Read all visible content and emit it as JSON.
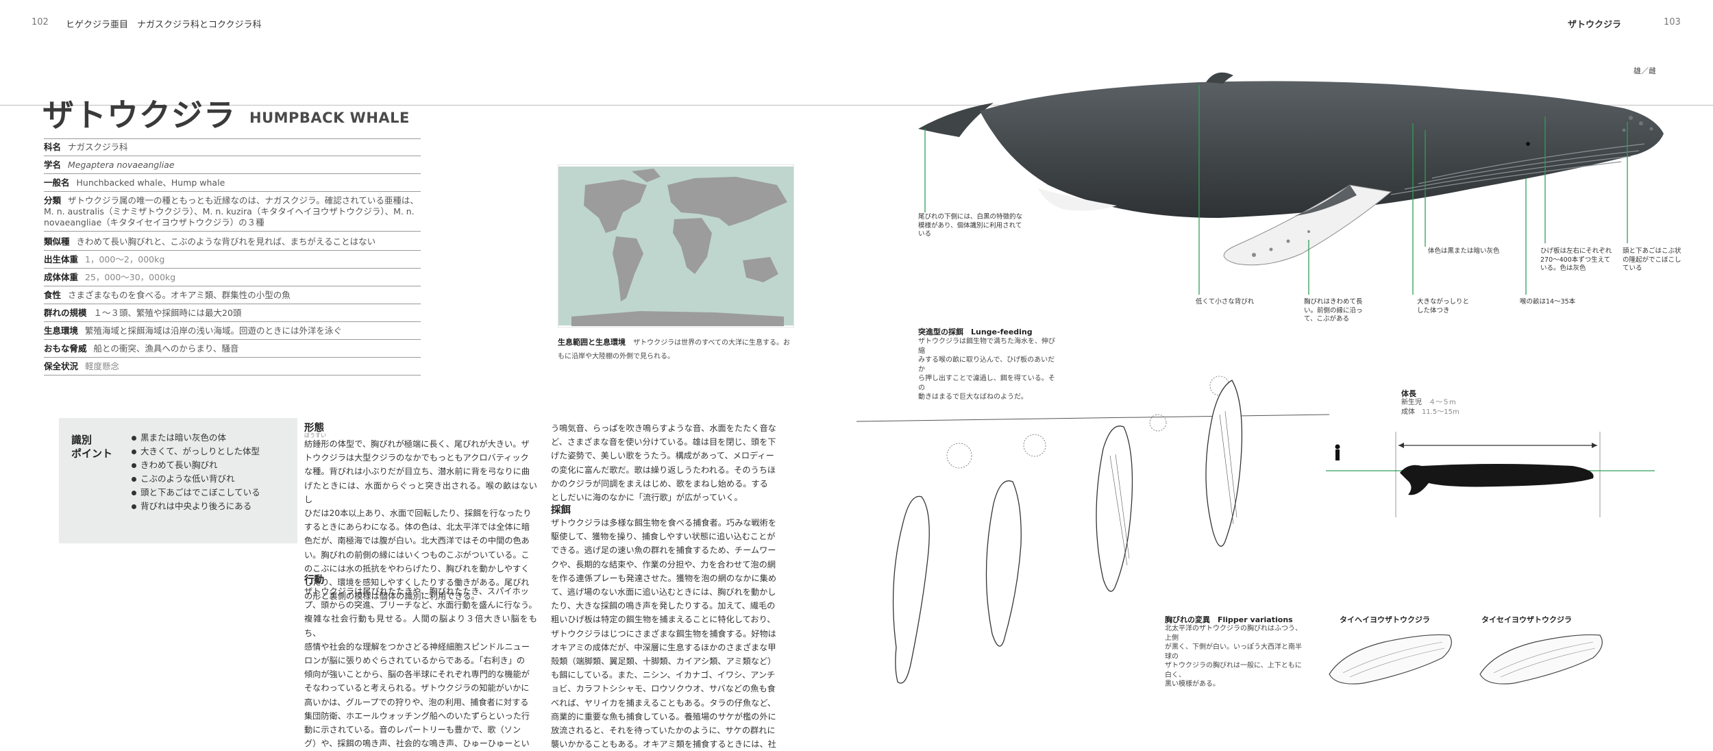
{
  "header": {
    "left_page": "102",
    "left_running": "ヒゲクジラ亜目　ナガスクジラ科とコククジラ科",
    "right_running": "ザトウクジラ",
    "right_page": "103",
    "sex_mark": "雄／雌"
  },
  "title": {
    "jp": "ザトウクジラ",
    "en": "HUMPBACK WHALE"
  },
  "profile": [
    {
      "label": "科名",
      "value": "ナガスクジラ科"
    },
    {
      "label": "学名",
      "value": "Megaptera novaeangliae"
    },
    {
      "label": "一般名",
      "value": "Hunchbacked whale、Hump whale"
    },
    {
      "label": "分類",
      "value": "ザトウクジラ属の唯一の種ともっとも近縁なのは、ナガスクジラ。確認されている亜種は、",
      "value2": "M. n. australis（ミナミザトウクジラ）、M. n. kuzira（キタタイヘイヨウザトウクジラ）、M. n.",
      "value3": "novaeangliae（キタタイセイヨウザトウクジラ）の３種"
    },
    {
      "label": "類似種",
      "value": "きわめて長い胸びれと、こぶのような背びれを見れば、まちがえることはない"
    },
    {
      "label": "出生体重",
      "value": "1，000〜2，000kg"
    },
    {
      "label": "成体体重",
      "value": "25，000〜30，000kg"
    },
    {
      "label": "食性",
      "value": "さまざまなものを食べる。オキアミ類、群集性の小型の魚"
    },
    {
      "label": "群れの規模",
      "value": "１〜３頭、繁殖や採餌時には最大20頭"
    },
    {
      "label": "生息環境",
      "value": "繁殖海域と採餌海域は沿岸の浅い海域。回遊のときには外洋を泳ぐ"
    },
    {
      "label": "おもな脅威",
      "value": "船との衝突、漁具へのからまり、騒音"
    },
    {
      "label": "保全状況",
      "value": "軽度懸念"
    }
  ],
  "map": {
    "caption_title": "生息範囲と生息環境",
    "caption_text": "ザトウクジラは世界のすべての大洋に生息する。おもに沿岸や大陸棚の外側で見られる。"
  },
  "id_points": {
    "title_line1": "識別",
    "title_line2": "ポイント",
    "items": [
      "黒または暗い灰色の体",
      "大きくて、がっしりとした体型",
      "きわめて長い胸びれ",
      "こぶのような低い背びれ",
      "頭と下あごはでこぼこしている",
      "背びれは中央より後ろにある"
    ]
  },
  "body": {
    "form_head": "形態",
    "form_ruby": "ぼうすい",
    "form_lines": [
      "紡錘形の体型で、胸びれが極端に長く、尾びれが大きい。ザ",
      "トウクジラは大型クジラのなかでもっともアクロバティック",
      "な種。背びれは小ぶりだが目立ち、潜水前に背を弓なりに曲",
      "げたときには、水面からぐっと突き出される。喉の畝はないし",
      "ひだは20本以上あり、水面で回転したり、採餌を行なったり",
      "するときにあらわになる。体の色は、北太平洋では全体に暗",
      "色だが、南極海では腹が白い。北大西洋ではその中間の色あ",
      "い。胸びれの前側の縁にはいくつものこぶがついている。こ",
      "のこぶには水の抵抗をやわらげたり、胸びれを動かしやすく",
      "したり、環境を感知しやすくしたりする働きがある。尾びれ",
      "の形と裏側の模様は個体の識別に利用できる。"
    ],
    "behavior_head": "行動",
    "behavior_lines": [
      "ザトウクジラは尾びれたたきや、胸びれたたき、スパイホッ",
      "プ、頭からの突進、ブリーチなど、水面行動を盛んに行なう。",
      "複雑な社会行動も見せる。人間の脳より３倍大きい脳をもち、",
      "感情や社会的な理解をつかさどる神経細胞スピンドルニュー",
      "ロンが脳に張りめぐらされているからである。「右利き」の",
      "傾向が強いことから、脳の各半球にそれぞれ専門的な機能が",
      "そなわっていると考えられる。ザトウクジラの知能がいかに",
      "高いかは、グループでの狩りや、泡の利用、捕食者に対する",
      "集団防衛、ホエールウォッチング船へのいたずらといった行",
      "動に示されている。音のレパートリーも豊かで、歌（ソン",
      "グ）や、採餌の鳴き声、社会的な鳴き声、ひゅーひゅーとい"
    ],
    "col2_lines": [
      "う鳴気音、らっぱを吹き鳴らすような音、水面をたたく音な",
      "ど、さまざまな音を使い分けている。雄は目を閉じ、頭を下",
      "げた姿勢で、美しい歌をうたう。構成があって、メロディー",
      "の変化に富んだ歌だ。歌は繰り返しうたわれる。そのうちほ",
      "かのクジラが同調をまえはじめ、歌をまねし始める。する",
      "としだいに海のなかに「流行歌」が広がっていく。"
    ],
    "feeding_head": "採餌",
    "feeding_lines": [
      "ザトウクジラは多様な餌生物を食べる捕食者。巧みな戦術を",
      "駆使して、獲物を操り、捕食しやすい状態に追い込むことが",
      "できる。逃げ足の速い魚の群れを捕食するため、チームワー",
      "クや、長期的な結束や、作業の分担や、力を合わせて泡の網",
      "を作る連係プレーも発達させた。獲物を泡の網のなかに集め",
      "て、逃げ場のない水面に追い込むときには、胸びれを動かし",
      "たり、大きな採餌の鳴き声を発したりする。加えて、繊毛の",
      "粗いひげ板は特定の餌生物を捕まえることに特化しており、",
      "ザトウクジラはじつにさまざまな餌生物を捕食する。好物は",
      "オキアミの成体だが、中深層に生息するほかのさまざまな甲",
      "殻類（端脚類、翼足類、十脚類、カイアシ類、アミ類など）",
      "も餌にしている。また、ニシン、イカナゴ、イワシ、アンチ",
      "ョビ、カラフトシシャモ、ロウソクウオ、サバなどの魚も食",
      "べれば、ヤリイカを捕まえることもある。タラの仔魚など、",
      "商業的に重要な魚も捕食している。養殖場のサケが檻の外に",
      "放流されると、それを待っていたかのように、サケの群れに",
      "襲いかかることもある。オキアミ類を捕食するときには、社"
    ]
  },
  "whale_annotations": {
    "tail": "尾びれの下側には、白黒の特徴的な模様があり、個体識別に利用されている",
    "dorsal": "低くて小さな背びれ",
    "flipper": "胸びれはきわめて長い。前側の縁に沿って、こぶがある",
    "body": "大きながっしりとした体つき",
    "throat": "喉の畝は14〜35本",
    "color": "体色は黒または暗い灰色",
    "baleen": "ひげ板は左右にそれぞれ270〜400本ずつ生えている。色は灰色",
    "head": "頭と下あごはこぶ状の隆起がでこぼこしている"
  },
  "lunge": {
    "title": "突進型の採餌　Lunge-feeding",
    "text_lines": [
      "ザトウクジラは餌生物で満ちた海水を、伸び縮",
      "みする喉の畝に取り込んで、ひげ板のあいだか",
      "ら押し出すことで濾過し、餌を得ている。その",
      "動きはまるで巨大なばねのようだ。"
    ]
  },
  "size": {
    "title": "体長",
    "newborn_label": "新生児",
    "newborn_value": "４〜５m",
    "adult_label": "成体",
    "adult_value": "11.5〜15m"
  },
  "flippers": {
    "title": "胸びれの変異　Flipper variations",
    "text_lines": [
      "北太平洋のザトウクジラの胸びれはふつう、上側",
      "が黒く、下側が白い。いっぽう大西洋と南半球の",
      "ザトウクジラの胸びれは一般に、上下ともに白く、",
      "黒い模様がある。"
    ],
    "pacific_label": "タイヘイヨウザトウクジラ",
    "atlantic_label": "タイセイヨウザトウクジラ"
  },
  "colors": {
    "map_sea": "#bfd6cf",
    "map_land": "#9c9c9c",
    "whale": "#3f4447",
    "leader": "#2f9e58",
    "panel": "#e9eceb"
  }
}
